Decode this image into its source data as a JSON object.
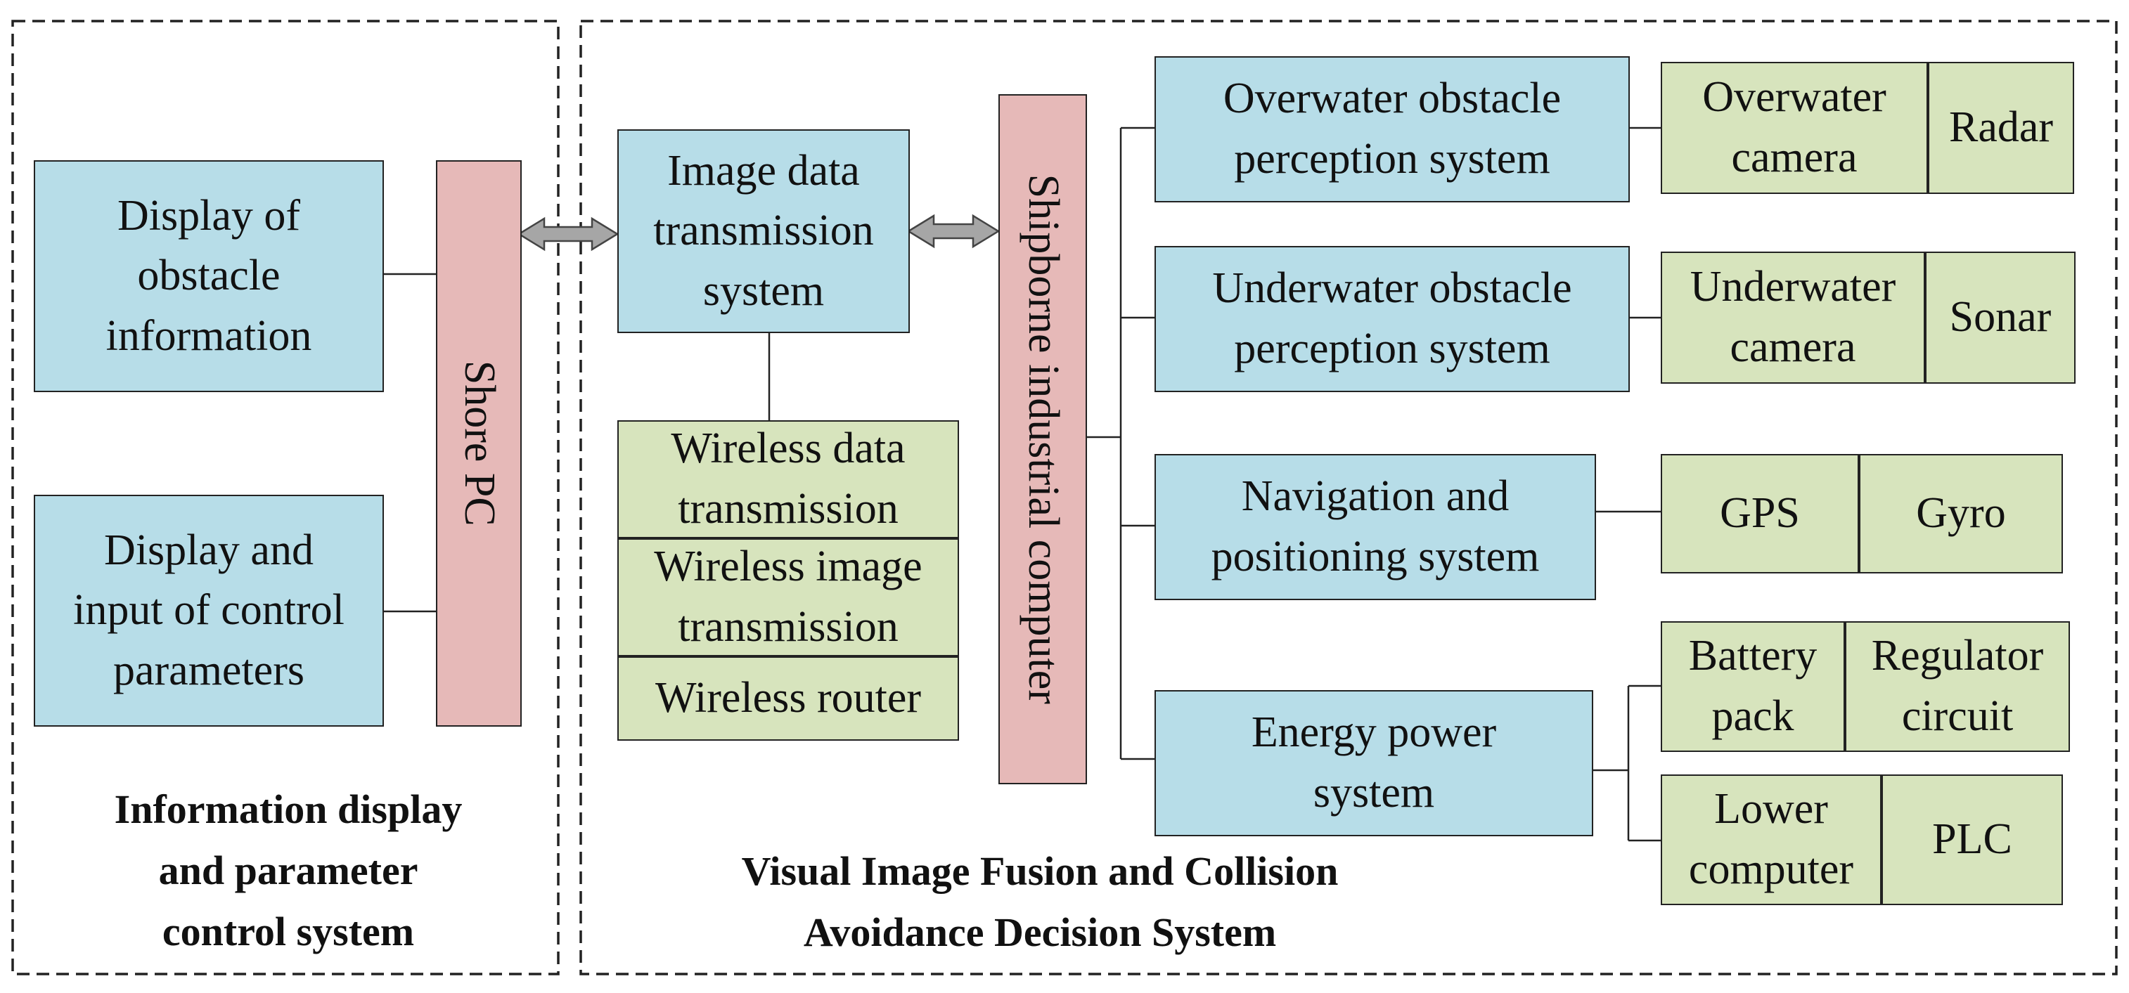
{
  "groups": {
    "left_title": "Information display\nand parameter\ncontrol system",
    "right_title": "Visual Image Fusion and Collision\nAvoidance Decision System"
  },
  "nodes": {
    "display_obstacle": "Display of\nobstacle\ninformation",
    "display_input_control": "Display and\ninput of control\nparameters",
    "shore_pc": "Shore PC",
    "image_data_transmission": "Image data\ntransmission\nsystem",
    "wireless_data": "Wireless data\ntransmission",
    "wireless_image": "Wireless image\ntransmission",
    "wireless_router": "Wireless router",
    "shipborne_computer": "Shipborne industrial computer",
    "overwater_perception": "Overwater obstacle\nperception system",
    "underwater_perception": "Underwater obstacle\nperception system",
    "navigation_positioning": "Navigation and\npositioning system",
    "energy_power": "Energy power\nsystem",
    "overwater_camera": "Overwater\ncamera",
    "radar": "Radar",
    "underwater_camera": "Underwater\ncamera",
    "sonar": "Sonar",
    "gps": "GPS",
    "gyro": "Gyro",
    "battery_pack": "Battery\npack",
    "regulator_circuit": "Regulator\ncircuit",
    "lower_computer": "Lower\ncomputer",
    "plc": "PLC"
  },
  "colors": {
    "system_fill": "#b7dde8",
    "device_fill": "#d7e4bd",
    "computer_fill": "#e6b9b8",
    "arrow_fill": "#a6a6a6"
  }
}
